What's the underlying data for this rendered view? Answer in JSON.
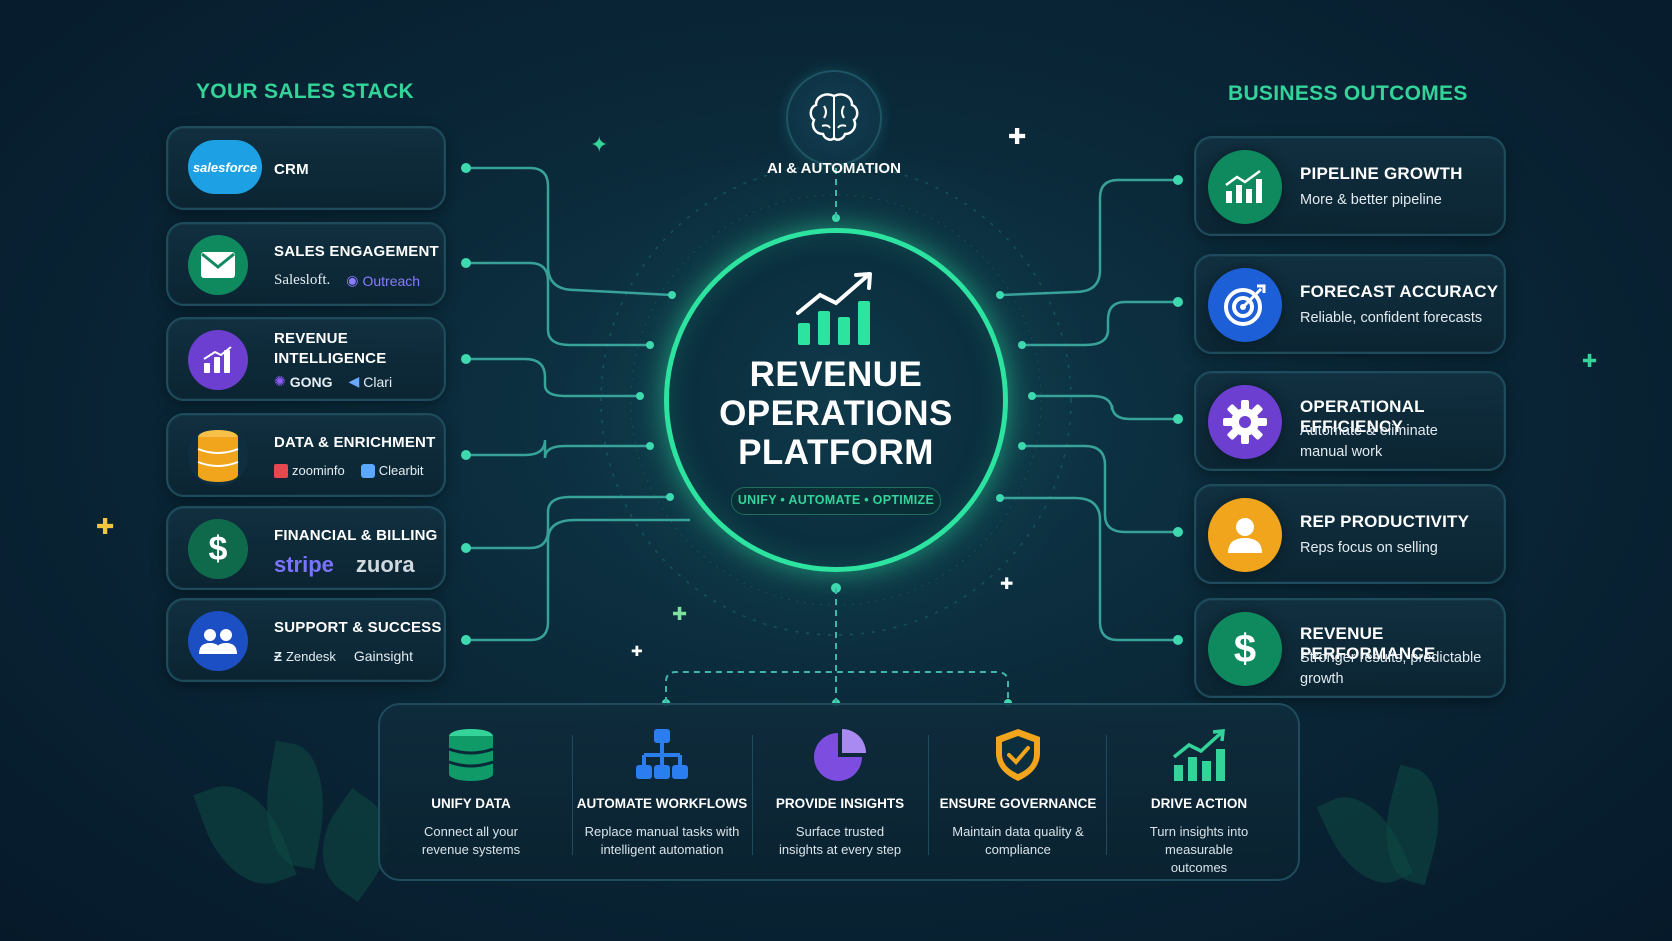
{
  "left_section": {
    "title": "YOUR SALES STACK",
    "items": [
      {
        "name": "CRM",
        "icon": "salesforce-logo",
        "logo_text": "salesforce",
        "vendors": []
      },
      {
        "name": "SALES ENGAGEMENT",
        "icon": "envelope-icon",
        "vendors": [
          "Salesloft.",
          "Outreach"
        ]
      },
      {
        "name": "REVENUE INTELLIGENCE",
        "icon": "bar-chart-icon",
        "vendors": [
          "GONG",
          "Clari"
        ]
      },
      {
        "name": "DATA & ENRICHMENT",
        "icon": "database-icon",
        "vendors": [
          "zoominfo",
          "Clearbit"
        ]
      },
      {
        "name": "FINANCIAL & BILLING",
        "icon": "dollar-icon",
        "vendors": [
          "stripe",
          "zuora"
        ]
      },
      {
        "name": "SUPPORT & SUCCESS",
        "icon": "users-icon",
        "vendors": [
          "Zendesk",
          "Gainsight"
        ]
      }
    ]
  },
  "center": {
    "ai_label": "AI & AUTOMATION",
    "title_lines": [
      "REVENUE",
      "OPERATIONS",
      "PLATFORM"
    ],
    "tagline": "UNIFY • AUTOMATE • OPTIMIZE"
  },
  "right_section": {
    "title": "BUSINESS OUTCOMES",
    "items": [
      {
        "title": "PIPELINE GROWTH",
        "subtitle": "More & better pipeline",
        "icon": "growth-chart-icon",
        "color": "#0f8a5f"
      },
      {
        "title": "FORECAST ACCURACY",
        "subtitle": "Reliable, confident forecasts",
        "icon": "target-icon",
        "color": "#1d5fd6"
      },
      {
        "title": "OPERATIONAL EFFICIENCY",
        "subtitle": "Automate & eliminate manual work",
        "icon": "gear-icon",
        "color": "#6d3fd0"
      },
      {
        "title": "REP PRODUCTIVITY",
        "subtitle": "Reps focus on selling",
        "icon": "person-icon",
        "color": "#f0a51c"
      },
      {
        "title": "REVENUE PERFORMANCE",
        "subtitle": "Stronger results, predictable growth",
        "icon": "dollar-icon",
        "color": "#0f8a5f"
      }
    ]
  },
  "bottom_features": [
    {
      "title": "UNIFY DATA",
      "description": "Connect all your revenue systems",
      "icon": "database-icon"
    },
    {
      "title": "AUTOMATE WORKFLOWS",
      "description": "Replace manual tasks with intelligent automation",
      "icon": "workflow-icon"
    },
    {
      "title": "PROVIDE INSIGHTS",
      "description": "Surface trusted insights at every step",
      "icon": "pie-chart-icon"
    },
    {
      "title": "ENSURE GOVERNANCE",
      "description": "Maintain data quality & compliance",
      "icon": "shield-check-icon"
    },
    {
      "title": "DRIVE ACTION",
      "description": "Turn insights into measurable outcomes",
      "icon": "growth-chart-icon"
    }
  ],
  "colors": {
    "accent_green": "#34d399",
    "ring_green": "#2de3a0",
    "background": "#0a2838"
  }
}
